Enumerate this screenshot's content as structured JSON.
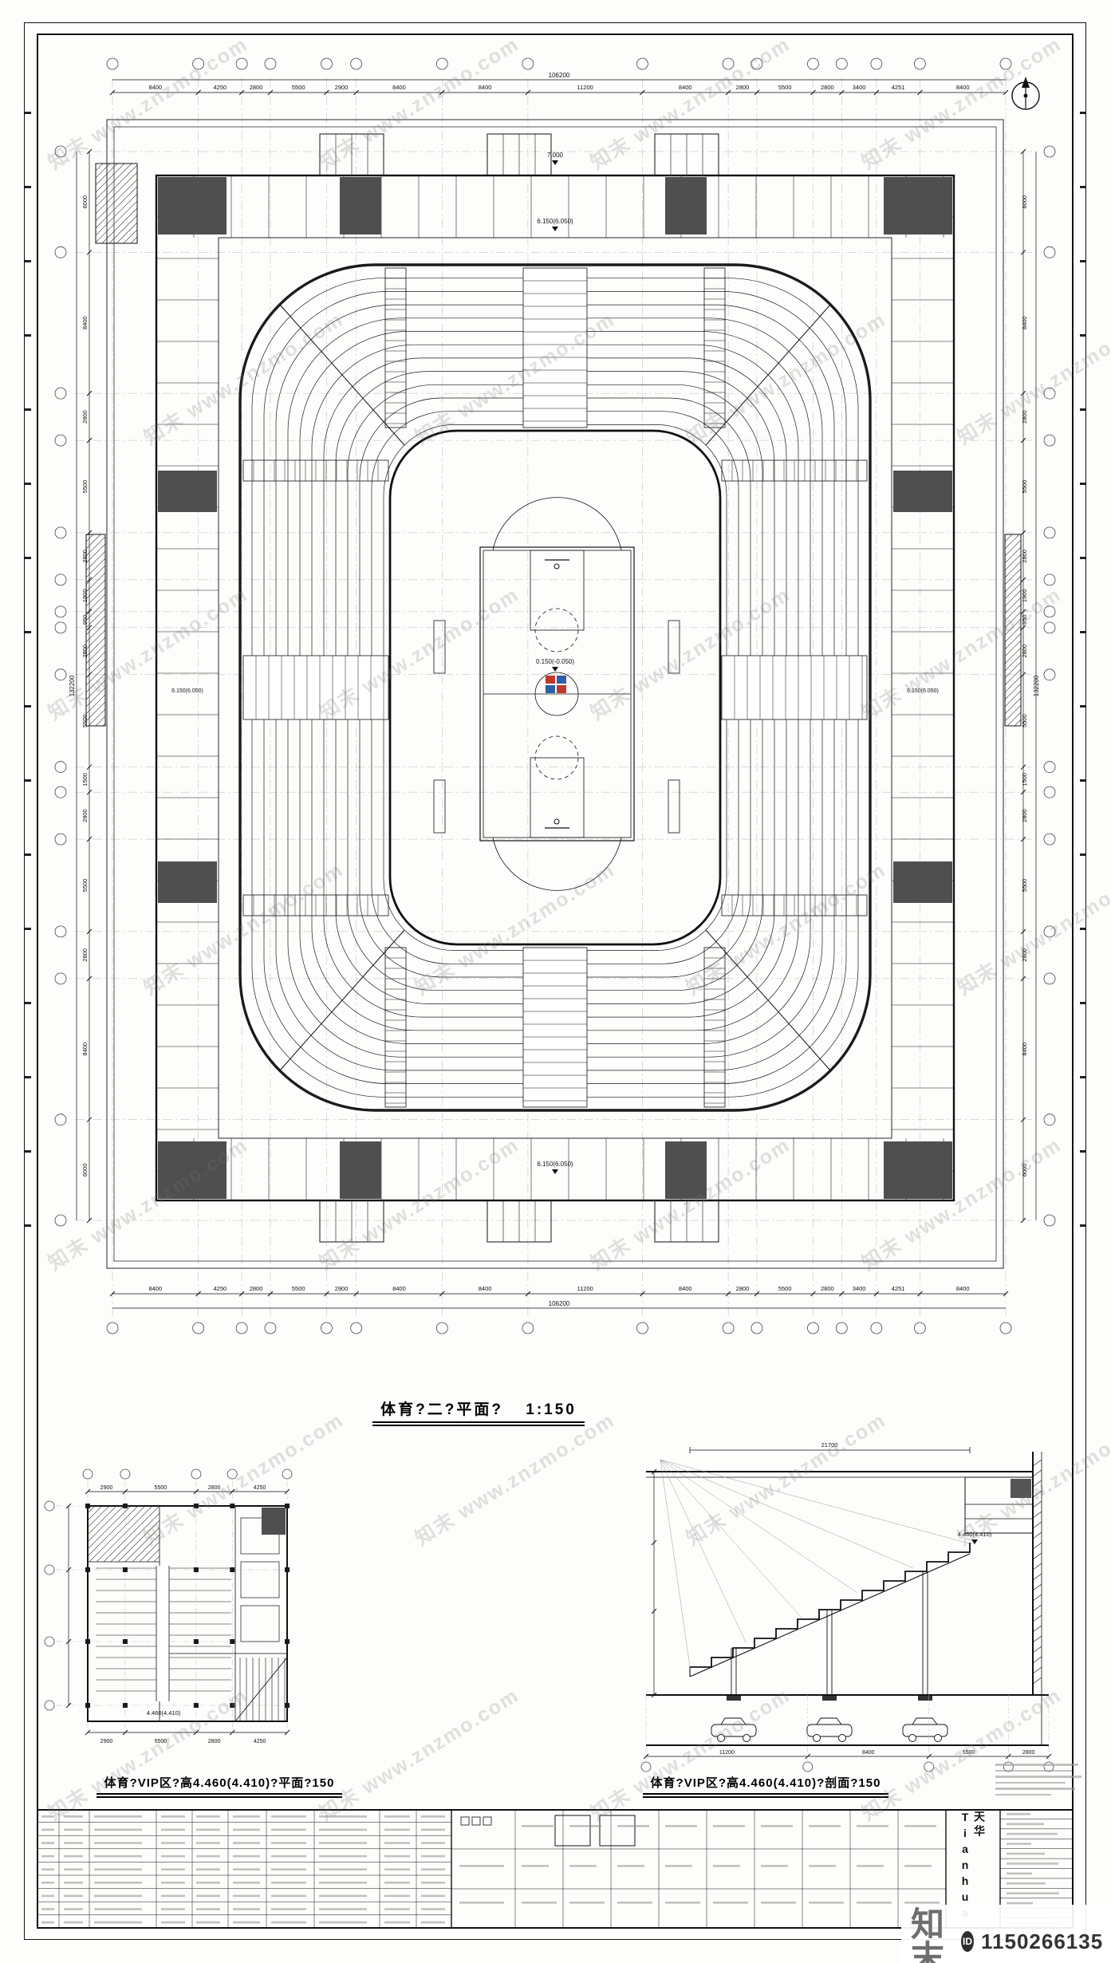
{
  "meta": {
    "watermark": "知末 www.znzmo.com",
    "brand": "知末",
    "id_label": "ID",
    "id_number": "1150266135",
    "company": "天华Tianhua"
  },
  "main_plan": {
    "title": "体育?二?平面?",
    "scale": "1:150",
    "total_width_dim": "106200",
    "total_height_dim": "132200",
    "dims_top": [
      "8400",
      "4250",
      "2800",
      "5500",
      "2900",
      "8400",
      "8400",
      "11200",
      "8400",
      "2800",
      "5500",
      "2800",
      "3400",
      "4251",
      "8400"
    ],
    "dims_bottom": [
      "8400",
      "4250",
      "2800",
      "5500",
      "2900",
      "8400",
      "8400",
      "11200",
      "8400",
      "2800",
      "5500",
      "2800",
      "3400",
      "4251",
      "8400"
    ],
    "dims_left": [
      "6000",
      "8400",
      "2800",
      "5500",
      "2800",
      "1900",
      "950",
      "2800",
      "5500",
      "1500",
      "2800",
      "5500",
      "2800",
      "8400",
      "6000"
    ],
    "dims_right": [
      "6000",
      "8400",
      "2800",
      "5500",
      "2800",
      "1900",
      "950",
      "2800",
      "5500",
      "1500",
      "2800",
      "5500",
      "2800",
      "8400",
      "6000"
    ],
    "labels": {
      "elev_outer_top": "7.000",
      "elev_top": "6.150(6.050)",
      "elev_center": "0.150(-0.050)",
      "elev_bottom": "6.150(6.050)",
      "elev_left": "6.150(6.050)",
      "elev_right": "6.150(6.050)"
    }
  },
  "detail_plan": {
    "title": "体育?VIP区?高4.460(4.410)?平面?150",
    "dims_top": [
      "2900",
      "5500",
      "2800",
      "4250"
    ],
    "elev": "4.460(4.410)"
  },
  "detail_section": {
    "title": "体育?VIP区?高4.460(4.410)?剖面?150",
    "dim_top": "21700",
    "dims_bottom": [
      "11200",
      "8400",
      "5500",
      "2800"
    ],
    "elev": "4.460(4.410)"
  }
}
